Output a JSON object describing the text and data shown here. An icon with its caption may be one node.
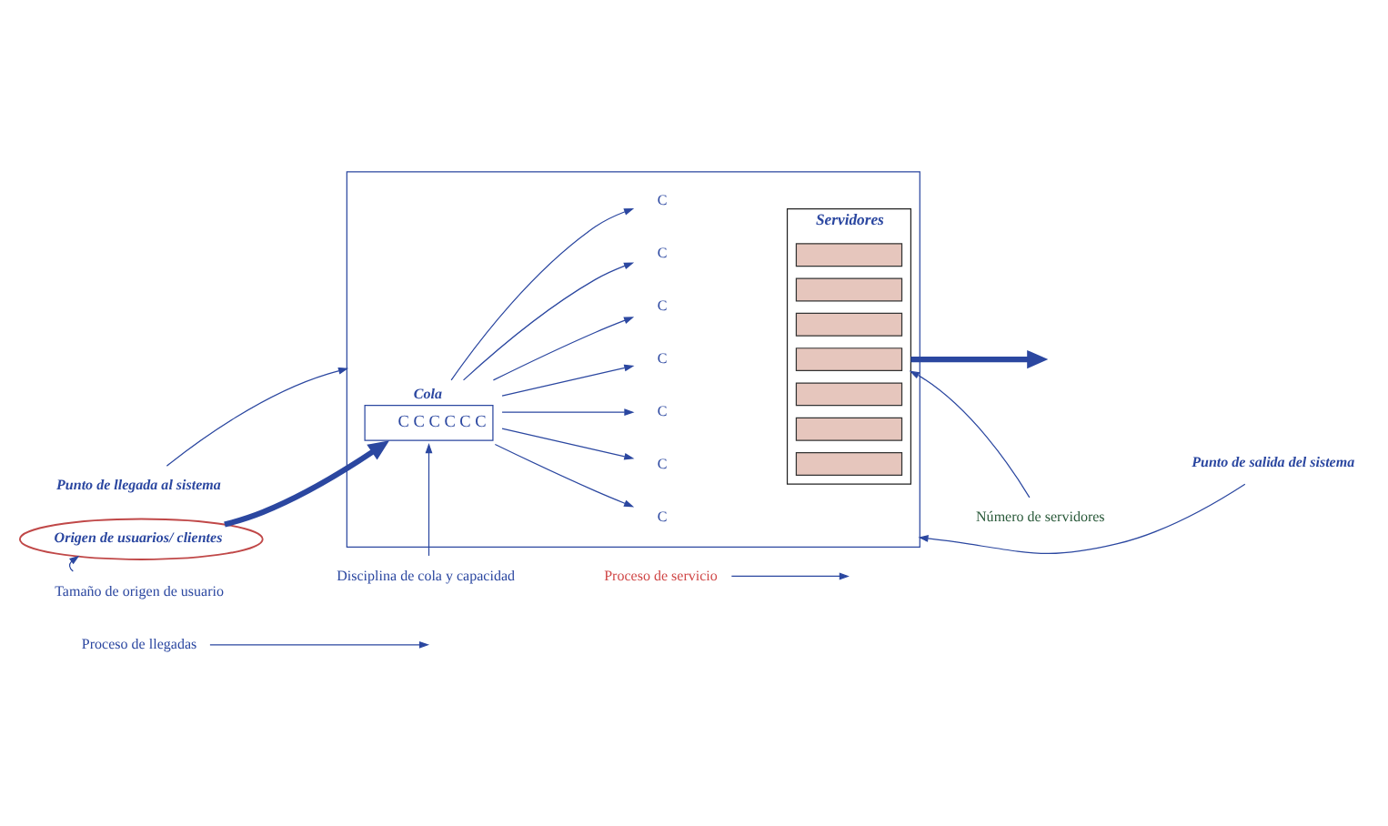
{
  "diagram": {
    "nodes": [
      {
        "text": [],
        "shape": "box"
      },
      {
        "text": [
          "Punto de llegada al sistema"
        ]
      },
      {
        "text": [
          "Origen de usuarios/ clientes"
        ]
      },
      {
        "text": [
          "Cola",
          "C C C C C C"
        ],
        "in": 0
      },
      {
        "text": [
          "C"
        ],
        "in": 0
      },
      {
        "text": [
          "C"
        ],
        "in": 0
      },
      {
        "text": [
          "C"
        ],
        "in": 0
      },
      {
        "text": [
          "C"
        ],
        "in": 0
      },
      {
        "text": [
          "C"
        ],
        "in": 0
      },
      {
        "text": [
          "C"
        ],
        "in": 0
      },
      {
        "text": [
          "C"
        ],
        "in": 0
      },
      {
        "text": [
          "Servidores"
        ],
        "in": 0
      },
      {
        "text": [],
        "shape": "bar",
        "in": 11
      },
      {
        "text": [],
        "shape": "bar",
        "in": 11
      },
      {
        "text": [],
        "shape": "bar",
        "in": 11
      },
      {
        "text": [],
        "shape": "bar",
        "in": 11
      },
      {
        "text": [],
        "shape": "bar",
        "in": 11
      },
      {
        "text": [],
        "shape": "bar",
        "in": 11
      },
      {
        "text": [],
        "shape": "bar",
        "in": 11
      },
      {
        "text": [
          "Punto de salida del sistema"
        ]
      },
      {
        "text": [
          "Proceso de llegadas"
        ]
      },
      {
        "text": [
          "Tamaño de origen de usuario"
        ]
      },
      {
        "text": [
          "Disciplina de cola y capacidad"
        ]
      },
      {
        "text": [
          "Proceso de servicio"
        ]
      },
      {
        "text": [
          "Número de servidores"
        ]
      }
    ],
    "edges": [
      {
        "from": 2,
        "to": 3,
        "arrow": "to",
        "style": "thick"
      },
      {
        "from": 3,
        "to": 4,
        "arrow": "to"
      },
      {
        "from": 3,
        "to": 5,
        "arrow": "to"
      },
      {
        "from": 3,
        "to": 6,
        "arrow": "to"
      },
      {
        "from": 3,
        "to": 7,
        "arrow": "to"
      },
      {
        "from": 3,
        "to": 8,
        "arrow": "to"
      },
      {
        "from": 3,
        "to": 9,
        "arrow": "to"
      },
      {
        "from": 3,
        "to": 10,
        "arrow": "to"
      },
      {
        "from": 11,
        "to": null,
        "arrow": "to",
        "style": "thick"
      },
      {
        "from": 1,
        "to": 0,
        "arrow": "to"
      },
      {
        "from": 19,
        "to": 0,
        "arrow": "to"
      },
      {
        "from": 20,
        "to": null,
        "arrow": "to"
      },
      {
        "from": 21,
        "to": 2,
        "arrow": "to"
      },
      {
        "from": 22,
        "to": 3,
        "arrow": "to"
      },
      {
        "from": 23,
        "to": null,
        "arrow": "to"
      },
      {
        "from": 24,
        "to": 11,
        "arrow": "to"
      }
    ]
  }
}
